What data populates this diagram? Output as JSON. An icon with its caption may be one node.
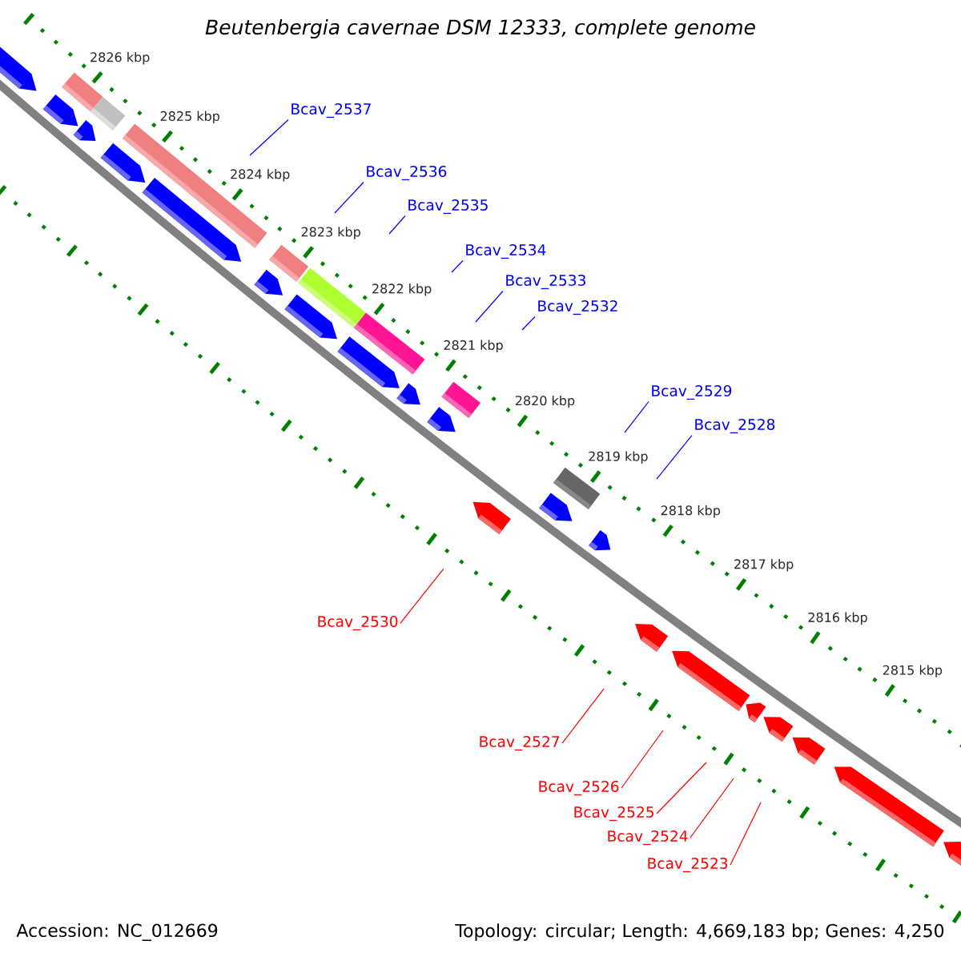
{
  "diagram": {
    "title": "Beutenbergia cavernae DSM 12333, complete genome",
    "nodes": [
      {
        "text": [
          "Bcav_2537"
        ]
      },
      {
        "text": [
          "Bcav_2536"
        ]
      },
      {
        "text": [
          "Bcav_2535"
        ]
      },
      {
        "text": [
          "Bcav_2534"
        ]
      },
      {
        "text": [
          "Bcav_2533"
        ]
      },
      {
        "text": [
          "Bcav_2532"
        ]
      },
      {
        "text": [
          "Bcav_2529"
        ]
      },
      {
        "text": [
          "Bcav_2528"
        ]
      },
      {
        "text": [
          "Bcav_2530"
        ]
      },
      {
        "text": [
          "Bcav_2527"
        ]
      },
      {
        "text": [
          "Bcav_2526"
        ]
      },
      {
        "text": [
          "Bcav_2525"
        ]
      },
      {
        "text": [
          "Bcav_2524"
        ]
      },
      {
        "text": [
          "Bcav_2523"
        ]
      }
    ],
    "edges": [
      {
        "from": 0,
        "to": null,
        "arrow": "none"
      },
      {
        "from": 1,
        "to": null,
        "arrow": "none"
      },
      {
        "from": 2,
        "to": null,
        "arrow": "none"
      },
      {
        "from": 3,
        "to": null,
        "arrow": "none"
      },
      {
        "from": 4,
        "to": null,
        "arrow": "none"
      },
      {
        "from": 5,
        "to": null,
        "arrow": "none"
      },
      {
        "from": 6,
        "to": null,
        "arrow": "none"
      },
      {
        "from": 7,
        "to": null,
        "arrow": "none"
      },
      {
        "from": 8,
        "to": null,
        "arrow": "none",
        "color": "#ff0000"
      },
      {
        "from": 9,
        "to": null,
        "arrow": "none",
        "color": "#ff0000"
      },
      {
        "from": 10,
        "to": null,
        "arrow": "none",
        "color": "#ff0000"
      },
      {
        "from": 11,
        "to": null,
        "arrow": "none",
        "color": "#ff0000"
      },
      {
        "from": 12,
        "to": null,
        "arrow": "none",
        "color": "#ff0000"
      },
      {
        "from": 13,
        "to": null,
        "arrow": "none",
        "color": "#ff0000"
      }
    ],
    "labels": [
      "2826 kbp",
      "2825 kbp",
      "2824 kbp",
      "2823 kbp",
      "2822 kbp",
      "2821 kbp",
      "2820 kbp",
      "2819 kbp",
      "2818 kbp",
      "2817 kbp",
      "2816 kbp",
      "2815 kbp",
      "Accession: NC_012669",
      "Topology: circular; Length: 4,669,183 bp; Genes: 4,250"
    ]
  }
}
